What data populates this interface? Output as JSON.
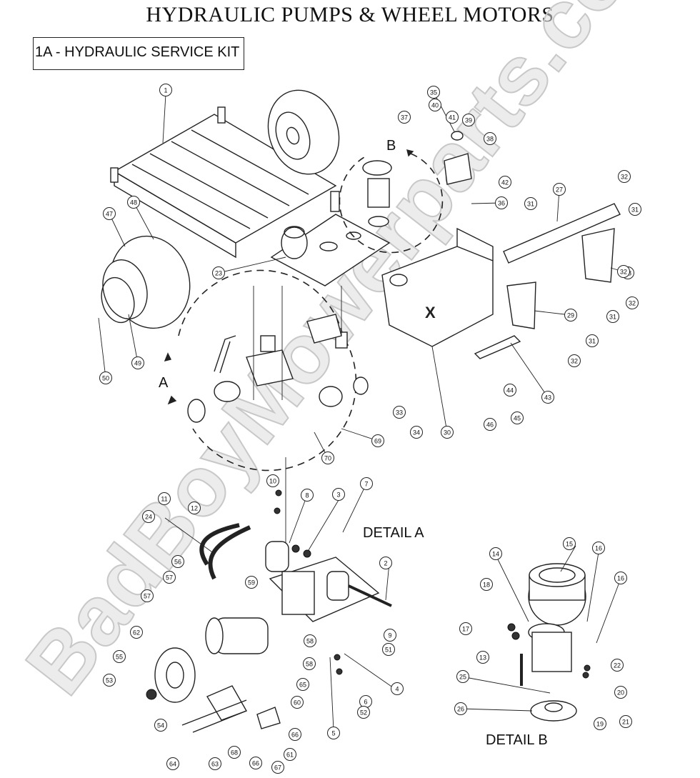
{
  "title": "HYDRAULIC PUMPS & WHEEL MOTORS",
  "kit_label": "1A - HYDRAULIC SERVICE KIT",
  "detail_labels": {
    "detail_a": "DETAIL  A",
    "detail_b": "DETAIL  B",
    "letter_a": "A",
    "letter_b": "B"
  },
  "watermark": "BadBoyMowerparts.com",
  "callouts": [
    "1",
    "2",
    "3",
    "4",
    "5",
    "6",
    "7",
    "8",
    "9",
    "10",
    "11",
    "12",
    "13",
    "14",
    "15",
    "16",
    "16",
    "17",
    "18",
    "19",
    "20",
    "21",
    "22",
    "23",
    "24",
    "25",
    "26",
    "27",
    "28",
    "29",
    "30",
    "31",
    "31",
    "31",
    "31",
    "32",
    "32",
    "32",
    "32",
    "33",
    "34",
    "35",
    "36",
    "37",
    "38",
    "39",
    "40",
    "41",
    "42",
    "43",
    "44",
    "45",
    "46",
    "47",
    "48",
    "49",
    "50",
    "51",
    "52",
    "53",
    "54",
    "55",
    "56",
    "57",
    "57",
    "58",
    "58",
    "59",
    "60",
    "61",
    "62",
    "63",
    "64",
    "65",
    "66",
    "66",
    "67",
    "68",
    "69",
    "70"
  ]
}
